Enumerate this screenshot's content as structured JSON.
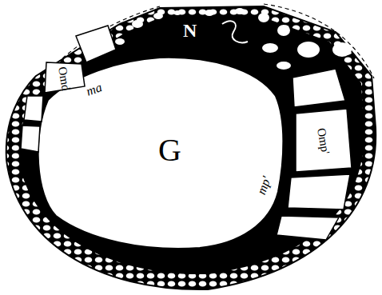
{
  "diagram": {
    "labels": [
      "N",
      "G",
      "ma",
      "mp'",
      "Omd",
      "Omp'"
    ]
  }
}
